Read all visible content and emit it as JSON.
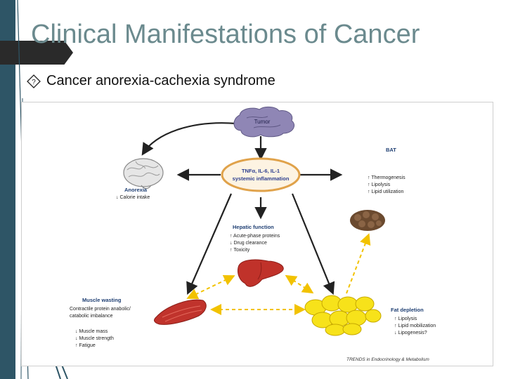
{
  "slide": {
    "title": "Clinical Manifestations of Cancer",
    "bullet": "Cancer anorexia-cachexia syndrome"
  },
  "diagram": {
    "tumor": "Tumor",
    "inflammation": {
      "line1": "TNFα, IL-6, IL-1",
      "line2": "systemic inflammation"
    },
    "anorexia": {
      "title": "Anorexia",
      "items": [
        "↓ Calorie intake"
      ]
    },
    "bat": {
      "title": "BAT",
      "items": [
        "↑ Thermogenesis",
        "↑ Lipolysis",
        "↑ Lipid utilization"
      ]
    },
    "hepatic": {
      "title": "Hepatic function",
      "items": [
        "↑ Acute-phase proteins",
        "↓ Drug clearance",
        "↑ Toxicity"
      ]
    },
    "muscle": {
      "title": "Muscle wasting",
      "desc": [
        "Contractile protein anabolic/",
        "catabolic imbalance"
      ],
      "items": [
        "↓ Muscle mass",
        "↓ Muscle strength",
        "↑ Fatigue"
      ]
    },
    "fat": {
      "title": "Fat depletion",
      "items": [
        "↑ Lipolysis",
        "↑ Lipid mobilization",
        "↓ Lipogenesis?"
      ]
    },
    "source": "TRENDS in Endocrinology & Metabolism"
  },
  "colors": {
    "title": "#6b8a8e",
    "sidebar": "#2e5566",
    "arrow": "#222222",
    "dashed_arrow": "#f2c200",
    "heading": "#1f3f73",
    "inflammation_text": "#2d3f8f"
  }
}
